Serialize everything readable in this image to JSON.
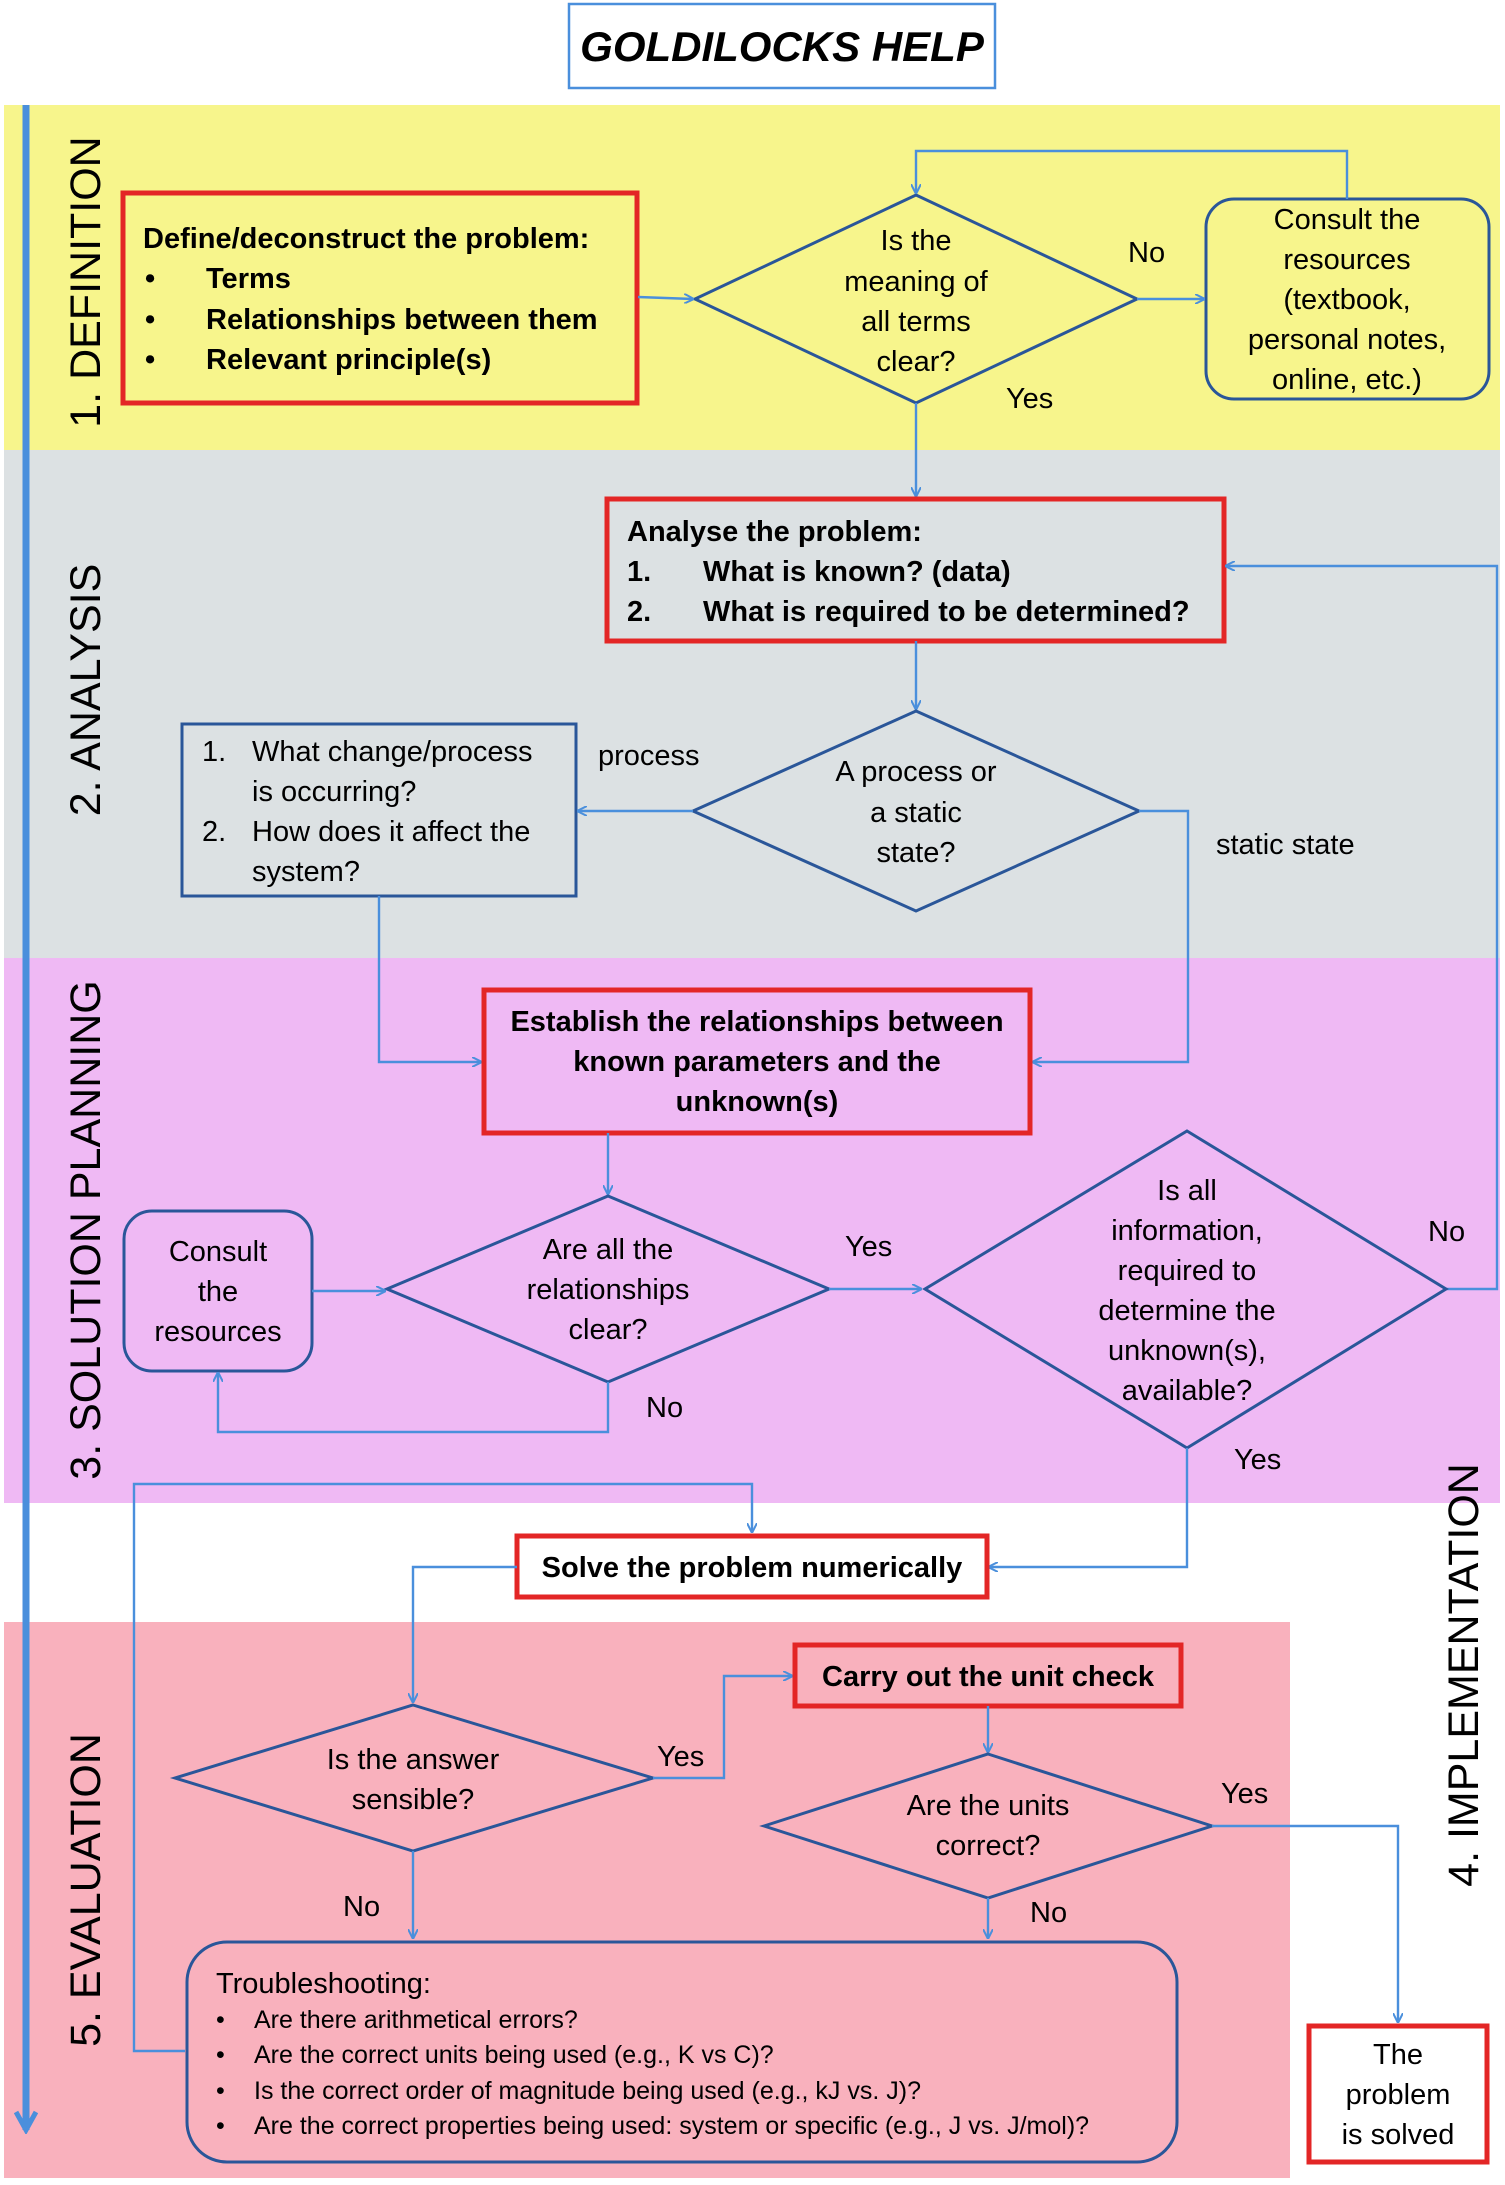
{
  "title": "GOLDILOCKS HELP",
  "colors": {
    "definition_band": "#f7f58c",
    "analysis_band": "#dce1e3",
    "solution_band": "#efb9f4",
    "evaluation_band": "#f9b1bd",
    "connector": "#4a8fdc",
    "key_box_border": "#e32626",
    "shape_border": "#2a5699"
  },
  "bands": {
    "definition": "1. DEFINITION",
    "analysis": "2. ANALYSIS",
    "solution": "3. SOLUTION PLANNING",
    "evaluation": "5. EVALUATION",
    "implementation": "4. IMPLEMENTATION"
  },
  "define": {
    "heading": "Define/deconstruct the problem:",
    "bullets": [
      "Terms",
      "Relationships between them",
      "Relevant principle(s)"
    ]
  },
  "meaning_decision": [
    "Is the",
    "meaning of",
    "all terms",
    "clear?"
  ],
  "consult1": [
    "Consult the",
    "resources",
    "(textbook,",
    "personal notes,",
    "online, etc.)"
  ],
  "analyse": {
    "heading": "Analyse the problem:",
    "items": [
      {
        "num": "1.",
        "text": "What is known? (data)"
      },
      {
        "num": "2.",
        "text": "What is required to be determined?"
      }
    ]
  },
  "process_decision": [
    "A process or",
    "a static",
    "state?"
  ],
  "change_box": [
    "1.",
    "What change/process",
    "is occurring?",
    "2.",
    "How does it affect the",
    "system?"
  ],
  "establish": [
    "Establish the relationships between",
    "known parameters and the",
    "unknown(s)"
  ],
  "consult2": [
    "Consult",
    "the",
    "resources"
  ],
  "relationships_decision": [
    "Are all the",
    "relationships",
    "clear?"
  ],
  "info_decision": [
    "Is all",
    "information,",
    "required to",
    "determine the",
    "unknown(s),",
    "available?"
  ],
  "solve": "Solve the problem numerically",
  "unit_check": "Carry out the unit check",
  "sensible_decision": [
    "Is the answer",
    "sensible?"
  ],
  "units_decision": [
    "Are the units",
    "correct?"
  ],
  "troubleshooting": {
    "heading": "Troubleshooting:",
    "items": [
      "Are there arithmetical errors?",
      "Are the correct units being used (e.g., K vs C)?",
      "Is the correct order of magnitude being used (e.g., kJ vs. J)?",
      "Are the correct properties being used: system or specific (e.g., J vs. J/mol)?"
    ]
  },
  "solved": [
    "The",
    "problem",
    "is solved"
  ],
  "labels": {
    "no1": "No",
    "yes1": "Yes",
    "process": "process",
    "static": "static state",
    "yes2": "Yes",
    "no2": "No",
    "no3": "No",
    "yes3": "Yes",
    "yes4": "Yes",
    "no4": "No",
    "yes5": "Yes",
    "no5": "No"
  }
}
